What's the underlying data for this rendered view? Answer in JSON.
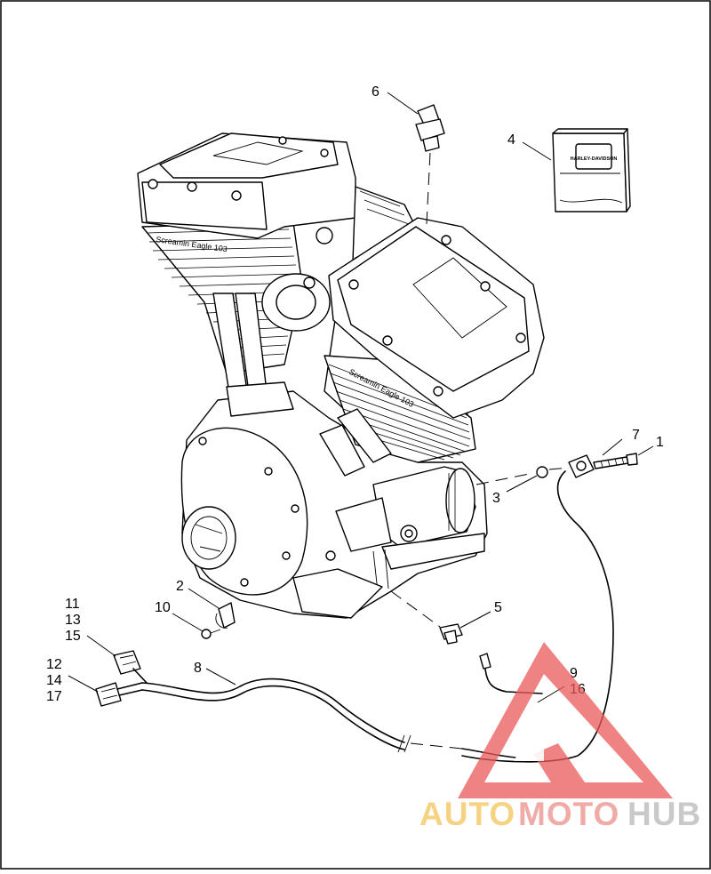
{
  "diagram": {
    "callouts": [
      {
        "id": "c1",
        "text": "1"
      },
      {
        "id": "c2",
        "text": "2"
      },
      {
        "id": "c3",
        "text": "3"
      },
      {
        "id": "c4",
        "text": "4"
      },
      {
        "id": "c5",
        "text": "5"
      },
      {
        "id": "c6",
        "text": "6"
      },
      {
        "id": "c7",
        "text": "7"
      },
      {
        "id": "c8",
        "text": "8"
      },
      {
        "id": "c9",
        "text": "9"
      },
      {
        "id": "c10",
        "text": "10"
      },
      {
        "id": "c11",
        "text": "11"
      },
      {
        "id": "c12",
        "text": "12"
      },
      {
        "id": "c13",
        "text": "13"
      },
      {
        "id": "c14",
        "text": "14"
      },
      {
        "id": "c15",
        "text": "15"
      },
      {
        "id": "c16",
        "text": "16"
      },
      {
        "id": "c17",
        "text": "17"
      }
    ],
    "engine_labels": {
      "front_cylinder": "Screamin Eagle 103",
      "rear_cylinder": "Screamin Eagle 103"
    },
    "kit_box_logo": "HARLEY-DAVIDSON"
  },
  "watermark": {
    "part1": "AUTO",
    "part2": "MOTO",
    "part3": "HUB",
    "colors": {
      "auto": "#f3c45a",
      "moto": "#ec8f8a",
      "hub": "#b8b8b8",
      "triangle": "#ea5a5a"
    }
  }
}
